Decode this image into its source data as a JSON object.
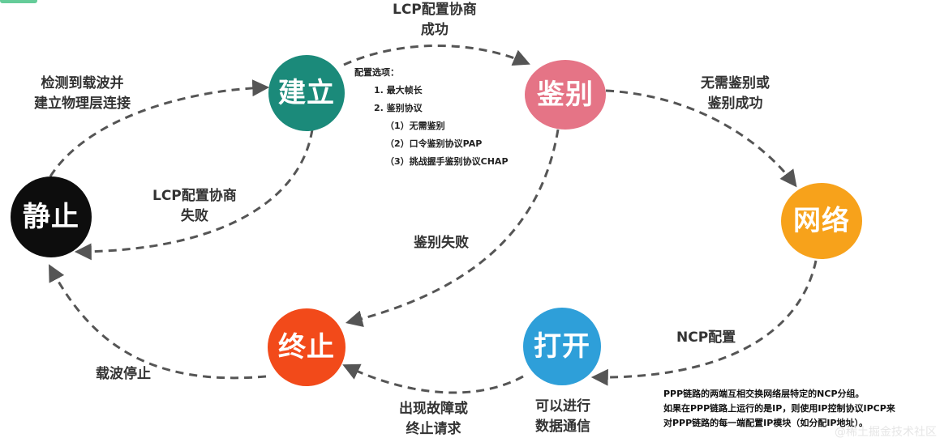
{
  "nodes": {
    "jianli": {
      "label": "建立",
      "color": "#1b8a7a"
    },
    "jianbie": {
      "label": "鉴别",
      "color": "#e57486"
    },
    "wangluo": {
      "label": "网络",
      "color": "#f7a21b"
    },
    "dakai": {
      "label": "打开",
      "color": "#2e9fd9"
    },
    "zhongzhi": {
      "label": "终止",
      "color": "#f24a1a"
    },
    "jingzhi": {
      "label": "静止",
      "color": "#0d0d0d"
    }
  },
  "edge_labels": {
    "detect_carrier": [
      "检测到载波并",
      "建立物理层连接"
    ],
    "lcp_success": [
      "LCP配置协商",
      "成功"
    ],
    "auth_ok": [
      "无需鉴别或",
      "鉴别成功"
    ],
    "lcp_fail": [
      "LCP配置协商",
      "失败"
    ],
    "auth_fail": [
      "鉴别失败"
    ],
    "ncp": [
      "NCP配置"
    ],
    "carrier_stop": [
      "载波停止"
    ],
    "fault": [
      "出现故障或",
      "终止请求"
    ],
    "data_comm": [
      "可以进行",
      "数据通信"
    ]
  },
  "config_options": {
    "title": "配置选项：",
    "items": [
      "1. 最大帧长",
      "2. 鉴别协议"
    ],
    "sub_items": [
      "（1）无需鉴别",
      "（2）口令鉴别协议PAP",
      "（3）挑战握手鉴别协议CHAP"
    ]
  },
  "note": [
    "PPP链路的两端互相交换网络层特定的NCP分组。",
    "如果在PPP链路上运行的是IP，则使用IP控制协议IPCP来",
    "对PPP链路的每一端配置IP模块（如分配IP地址）。"
  ],
  "watermark": "@稀土掘金技术社区",
  "colors": {
    "arrow": "#555555",
    "text": "#333333"
  }
}
